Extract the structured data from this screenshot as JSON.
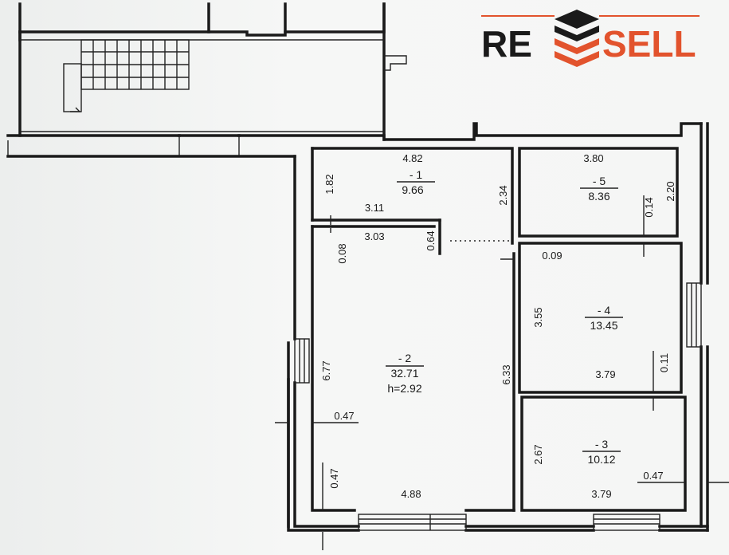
{
  "logo": {
    "text_left": "RE",
    "text_right": "SELL",
    "color_dark": "#1a1a1a",
    "color_accent": "#e2532d",
    "icon": "stacked-layers-icon"
  },
  "rooms": [
    {
      "id": "1",
      "label": "- 1",
      "area": "9.66"
    },
    {
      "id": "2",
      "label": "- 2",
      "area": "32.71",
      "height": "h=2.92"
    },
    {
      "id": "3",
      "label": "- 3",
      "area": "10.12"
    },
    {
      "id": "4",
      "label": "- 4",
      "area": "13.45"
    },
    {
      "id": "5",
      "label": "- 5",
      "area": "8.36"
    }
  ],
  "dimensions": {
    "d482": "4.82",
    "d182": "1.82",
    "d311": "3.11",
    "d234": "2.34",
    "d303": "3.03",
    "d008": "0.08",
    "d064": "0.64",
    "d380": "3.80",
    "d220": "2.20",
    "d014": "0.14",
    "d009": "0.09",
    "d355": "3.55",
    "d379a": "3.79",
    "d011": "0.11",
    "d677": "6.77",
    "d633": "6.33",
    "d047a": "0.47",
    "d047b": "0.47",
    "d488": "4.88",
    "d267": "2.67",
    "d379b": "3.79",
    "d047c": "0.47"
  }
}
